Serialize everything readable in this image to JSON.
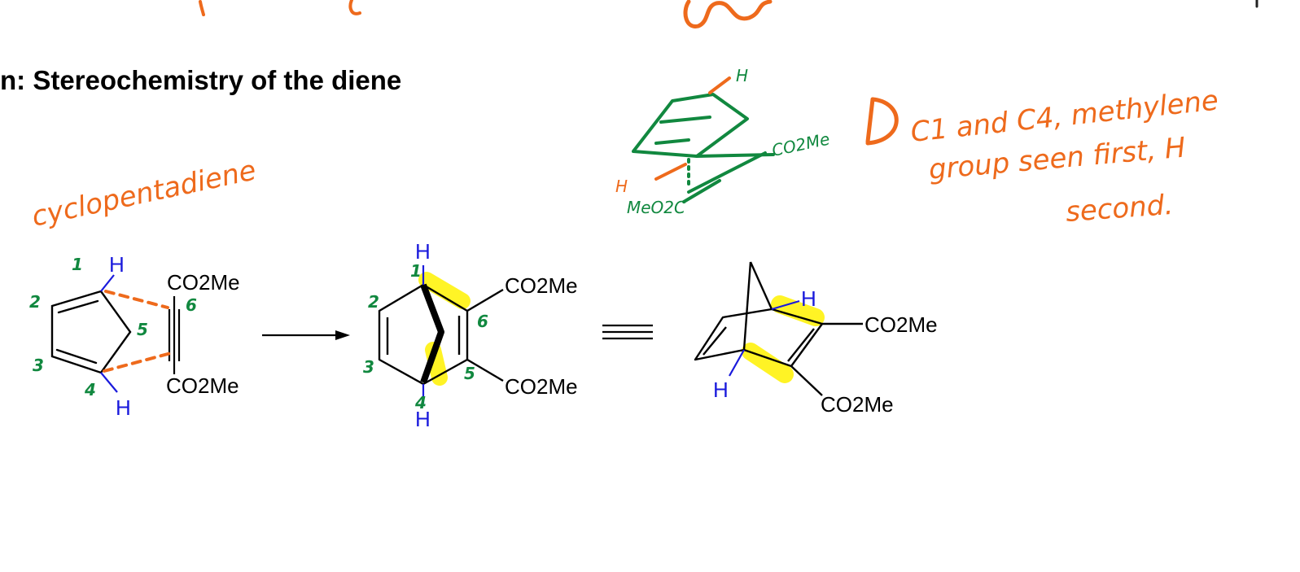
{
  "colors": {
    "orange": "#ee6a1c",
    "green": "#11883f",
    "blue": "#1a1adc",
    "highlight": "#fff200",
    "ink": "#000000"
  },
  "heading": "n: Stereochemistry of the diene",
  "annotations": {
    "diene_label": "cyclopentadiene",
    "note_line1": "C1 and C4, methylene",
    "note_line2": "group seen first, H",
    "note_line3": "second.",
    "sketch_left": "MeO2C",
    "sketch_right": "CO2Me",
    "sketch_h": "H"
  },
  "reactant": {
    "ester_top": "CO2Me",
    "ester_bottom": "CO2Me",
    "h_top": "H",
    "h_bottom": "H",
    "numbers": [
      "1",
      "2",
      "3",
      "4",
      "5",
      "6"
    ]
  },
  "product": {
    "ester_top": "CO2Me",
    "ester_bottom": "CO2Me",
    "h_top": "H",
    "h_bottom": "H",
    "numbers": [
      "1",
      "2",
      "3",
      "4",
      "5",
      "6"
    ]
  },
  "perspective": {
    "ester_top": "CO2Me",
    "ester_bottom": "CO2Me",
    "h_top": "H",
    "h_bottom": "H"
  }
}
